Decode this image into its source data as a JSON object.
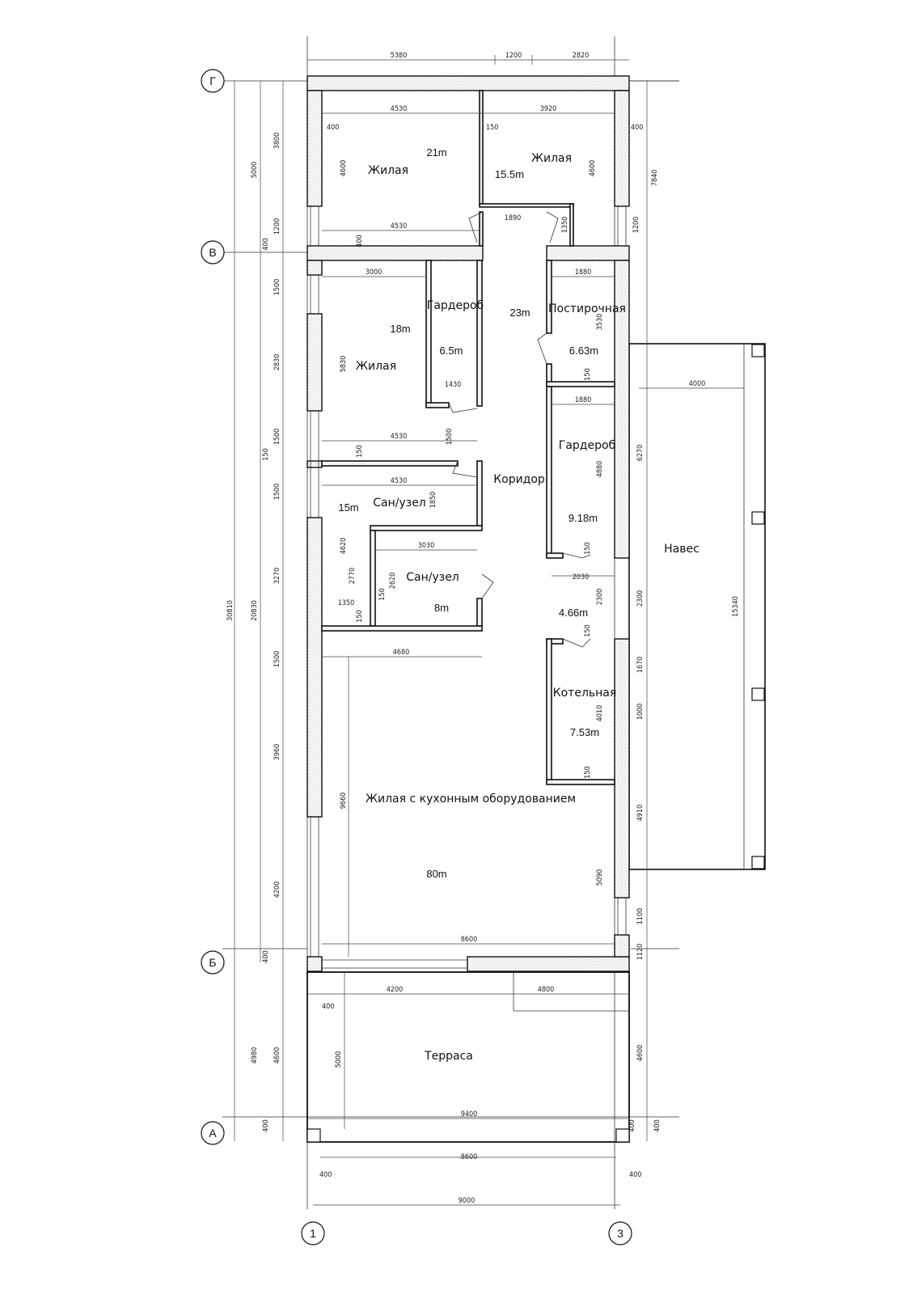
{
  "axes": {
    "g": "Г",
    "v": "В",
    "b": "Б",
    "a": "А",
    "one": "1",
    "three": "3"
  },
  "rooms": {
    "living1": {
      "name": "Жилая",
      "area": "21m"
    },
    "living2": {
      "name": "Жилая",
      "area": "15.5m"
    },
    "living3": {
      "name": "Жилая",
      "area": "18m"
    },
    "wardrobe1": {
      "name": "Гардероб",
      "area": "6.5m"
    },
    "hall_area": "23m",
    "laundry": {
      "name": "Постирочная",
      "area": "6.63m"
    },
    "wardrobe2": {
      "name": "Гардероб",
      "area": "9.18m"
    },
    "corridor": {
      "name": "Коридор"
    },
    "bath1": {
      "name": "Сан/узел",
      "area": "15m"
    },
    "bath2": {
      "name": "Сан/узел",
      "area": "8m"
    },
    "small_area": "4.66m",
    "boiler": {
      "name": "Котельная",
      "area": "7.53m"
    },
    "kitchen": {
      "name": "Жилая с кухонным оборудованием",
      "area": "80m"
    },
    "canopy": {
      "name": "Навес"
    },
    "terrace": {
      "name": "Терраса"
    }
  },
  "dims": {
    "top_5380": "5380",
    "top_1200": "1200",
    "top_2820": "2820",
    "r1_4530": "4530",
    "r1_3920": "3920",
    "d_400_a": "400",
    "d_150_a": "150",
    "d_400_b": "400",
    "d_4600_a": "4600",
    "d_4600_b": "4600",
    "d_1890": "1890",
    "d_1350": "1350",
    "d_4530_b": "4530",
    "d_400_c": "400",
    "d_3000": "3000",
    "d_1880_a": "1880",
    "d_3530": "3530",
    "d_5830": "5830",
    "d_1430": "1430",
    "d_150_b": "150",
    "d_1880_b": "1880",
    "d_4530_c": "4530",
    "d_150_c": "150",
    "d_1500_in": "1500",
    "d_4530_d": "4530",
    "d_1850": "1850",
    "d_4880": "4880",
    "d_150_d": "150",
    "d_3030": "3030",
    "d_4620": "4620",
    "d_2770": "2770",
    "d_150_e": "150",
    "d_2620": "2620",
    "d_1350_b": "1350",
    "d_150_f": "150",
    "d_2030": "2030",
    "d_2300": "2300",
    "d_150_g": "150",
    "d_4680": "4680",
    "d_4010": "4010",
    "d_150_h": "150",
    "d_9660": "9660",
    "d_5090": "5090",
    "d_8600_a": "8600",
    "d_4200_a": "4200",
    "d_4800": "4800",
    "d_400_e": "400",
    "d_5000": "5000",
    "d_9400": "9400",
    "d_8600_b": "8600",
    "d_400_f": "400",
    "d_400_g": "400",
    "d_400_h": "400",
    "d_9000": "9000",
    "d_4000": "4000",
    "d_15340": "15340",
    "l_3800": "3800",
    "l_5000": "5000",
    "l_1200": "1200",
    "l_400_a": "400",
    "l_1500_a": "1500",
    "l_2830": "2830",
    "l_1500_b": "1500",
    "l_150": "150",
    "l_1500_c": "1500",
    "l_3270": "3270",
    "l_1500_d": "1500",
    "l_3960": "3960",
    "l_4200": "4200",
    "l_400_b": "400",
    "l_4600": "4600",
    "l_4980": "4980",
    "l_400_c": "400",
    "l_30810": "30810",
    "l_20830": "20830",
    "r_7840": "7840",
    "r_1200": "1200",
    "r_6270": "6270",
    "r_2300": "2300",
    "r_1670": "1670",
    "r_1000": "1000",
    "r_4910": "4910",
    "r_1100": "1100",
    "r_1120": "1120",
    "r_4600": "4600",
    "r_400": "400"
  }
}
